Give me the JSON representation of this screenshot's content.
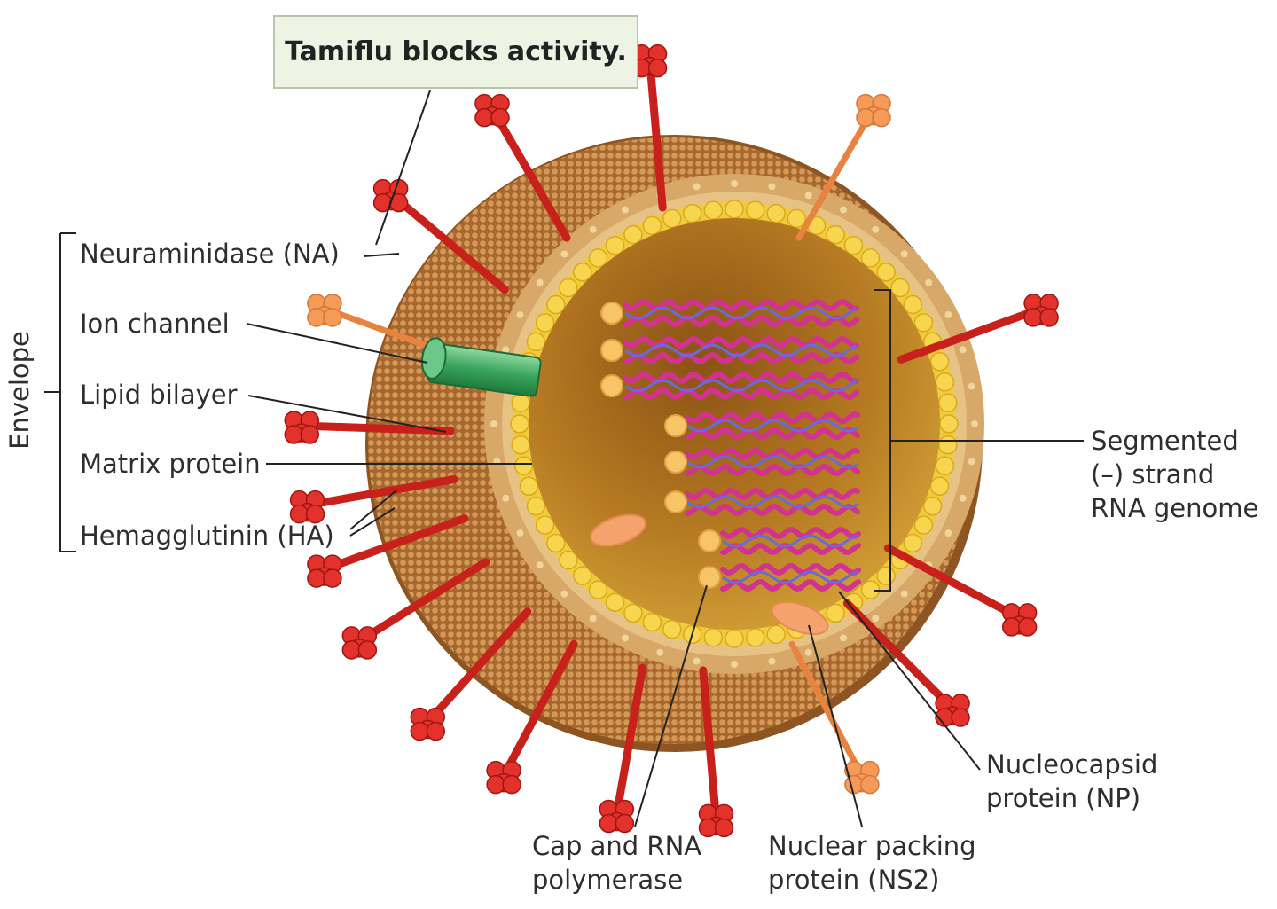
{
  "callout": {
    "text": "Tamiflu blocks activity."
  },
  "group_label": "Envelope",
  "labels": {
    "neuraminidase": "Neuraminidase (NA)",
    "ion_channel": "Ion channel",
    "lipid_bilayer": "Lipid bilayer",
    "matrix_protein": "Matrix protein",
    "hemagglutinin": "Hemagglutinin (HA)",
    "segmented_genome": "Segmented\n(–) strand\nRNA genome",
    "nucleocapsid": "Nucleocapsid\nprotein (NP)",
    "nuclear_packing": "Nuclear packing\nprotein (NS2)",
    "polymerase": "Cap and RNA\npolymerase"
  },
  "colors": {
    "envelope_outer": "#b3733a",
    "envelope_inner": "#d9a35d",
    "matrix_ring": "#f5cf3c",
    "core": "#c38a25",
    "hemagglutinin": "#e3312b",
    "neuraminidase": "#f59a57",
    "ion_channel": "#3aa55c",
    "rna_strand": "#d1338f",
    "rna_helix": "#6a6ad8",
    "nucleocapsid_bead": "#f7c468",
    "ns2_packing": "#f4a36f"
  }
}
